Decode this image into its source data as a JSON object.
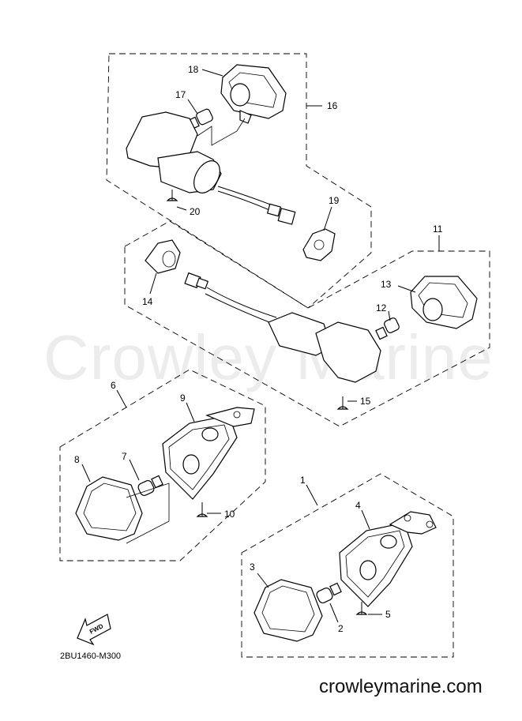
{
  "watermark": "Crowley Marine",
  "site": "crowleymarine.com",
  "diagram_code": "2BU1460-M300",
  "fwd_label": "FWD",
  "callouts": {
    "c1": "1",
    "c2": "2",
    "c3": "3",
    "c4": "4",
    "c5": "5",
    "c6": "6",
    "c7": "7",
    "c8": "8",
    "c9": "9",
    "c10": "10",
    "c11": "11",
    "c12": "12",
    "c13": "13",
    "c14": "14",
    "c15": "15",
    "c16": "16",
    "c17": "17",
    "c18": "18",
    "c19": "19",
    "c20": "20"
  }
}
